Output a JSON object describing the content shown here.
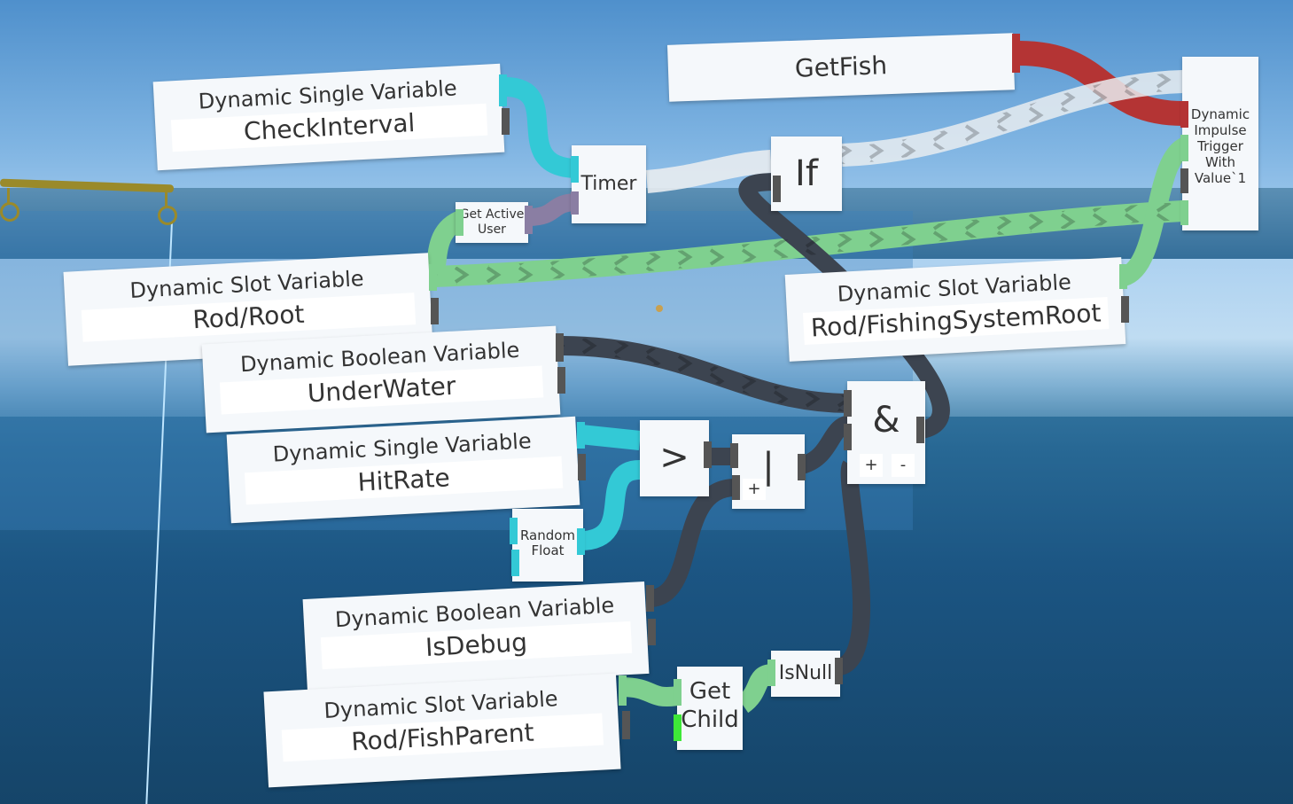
{
  "nodes": {
    "check_interval": {
      "type": "Dynamic Single Variable",
      "value": "CheckInterval"
    },
    "rod_root": {
      "type": "Dynamic Slot Variable",
      "value": "Rod/Root"
    },
    "under_water": {
      "type": "Dynamic Boolean Variable",
      "value": "UnderWater"
    },
    "hit_rate": {
      "type": "Dynamic Single Variable",
      "value": "HitRate"
    },
    "is_debug": {
      "type": "Dynamic Boolean Variable",
      "value": "IsDebug"
    },
    "fish_parent": {
      "type": "Dynamic Slot Variable",
      "value": "Rod/FishParent"
    },
    "fishing_system_root": {
      "type": "Dynamic Slot Variable",
      "value": "Rod/FishingSystemRoot"
    },
    "get_fish": "GetFish",
    "timer": "Timer",
    "if": "If",
    "get_active_user": "Get Active User",
    "random_float": "Random Float",
    "greater": ">",
    "or": "|",
    "and": "&",
    "plus": "+",
    "minus": "-",
    "get_child": "Get Child",
    "is_null": "IsNull",
    "impulse_trigger": "Dynamic Impulse Trigger With Value`1"
  },
  "colors": {
    "float_wire": "#33c9d6",
    "slot_wire": "#7fd08f",
    "bool_wire": "#3c4450",
    "string_wire": "#b43434",
    "impulse_wire": "#e8ecf0",
    "user_wire": "#8a7ea3",
    "water": "#1d5a85",
    "sky": "#a9cff0"
  }
}
